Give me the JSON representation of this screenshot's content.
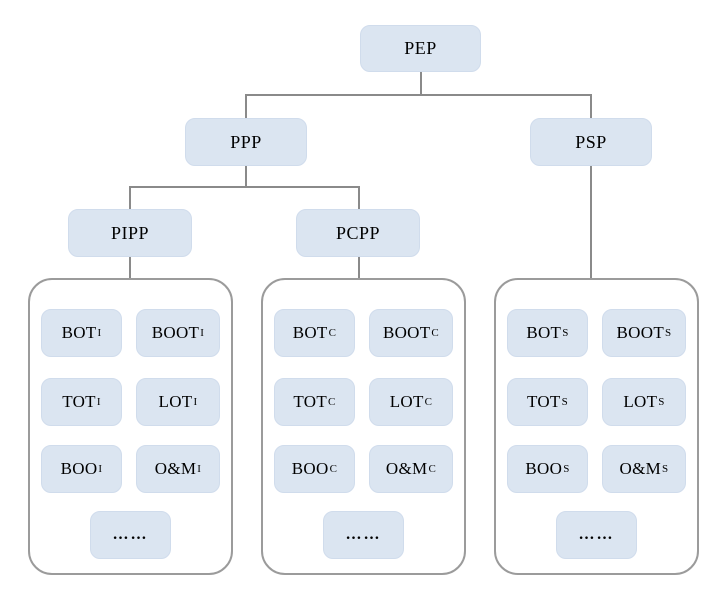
{
  "colors": {
    "background": "#ffffff",
    "box_fill": "#dbe5f1",
    "box_edge": "#d0dcec",
    "line": "#8a8a8a",
    "container_border": "#9b9b9b",
    "text": "#000000"
  },
  "nodes": {
    "root": {
      "label": "PEP"
    },
    "level2": [
      {
        "label": "PPP"
      },
      {
        "label": "PSP"
      }
    ],
    "level3": [
      {
        "label": "PIPP"
      },
      {
        "label": "PCPP"
      }
    ]
  },
  "groups": [
    {
      "id": "pipp-group",
      "boxes": [
        {
          "main": "BOT",
          "sub": "I"
        },
        {
          "main": "BOOT",
          "sub": "I"
        },
        {
          "main": "TOT",
          "sub": "I"
        },
        {
          "main": "LOT",
          "sub": "I"
        },
        {
          "main": "BOO",
          "sub": "I"
        },
        {
          "main": "O&M",
          "sub": "I"
        }
      ],
      "ellipsis": "……"
    },
    {
      "id": "pcpp-group",
      "boxes": [
        {
          "main": "BOT",
          "sub": "C"
        },
        {
          "main": "BOOT",
          "sub": "C"
        },
        {
          "main": "TOT",
          "sub": "C"
        },
        {
          "main": "LOT",
          "sub": "C"
        },
        {
          "main": "BOO",
          "sub": "C"
        },
        {
          "main": "O&M",
          "sub": "C"
        }
      ],
      "ellipsis": "……"
    },
    {
      "id": "psp-group",
      "boxes": [
        {
          "main": "BOT",
          "sub": "S"
        },
        {
          "main": "BOOT",
          "sub": "S"
        },
        {
          "main": "TOT",
          "sub": "S"
        },
        {
          "main": "LOT",
          "sub": "S"
        },
        {
          "main": "BOO",
          "sub": "S"
        },
        {
          "main": "O&M",
          "sub": "S"
        }
      ],
      "ellipsis": "……"
    }
  ]
}
